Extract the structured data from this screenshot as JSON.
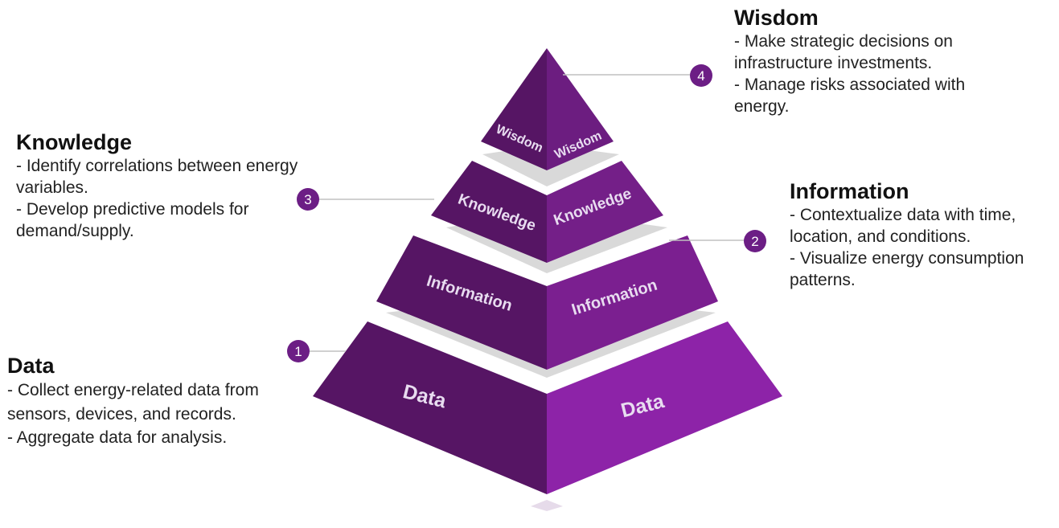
{
  "levels": {
    "wisdom": {
      "title": "Wisdom",
      "label_left": "Wisdom",
      "label_right": "Wisdom",
      "badge": "4",
      "lines": [
        "- Make strategic decisions on",
        "infrastructure investments.",
        "- Manage risks associated with",
        "energy."
      ]
    },
    "knowledge": {
      "title": "Knowledge",
      "label_left": "Knowledge",
      "label_right": "Knowledge",
      "badge": "3",
      "lines": [
        "- Identify correlations between energy",
        "variables.",
        "- Develop predictive models for",
        "demand/supply."
      ]
    },
    "information": {
      "title": "Information",
      "label_left": "Information",
      "label_right": "Information",
      "badge": "2",
      "lines": [
        "- Contextualize data with time,",
        "location, and conditions.",
        "- Visualize energy consumption",
        "patterns."
      ]
    },
    "data": {
      "title": "Data",
      "label_left": "Data",
      "label_right": "Data",
      "badge": "1",
      "lines": [
        "- Collect energy-related data from",
        "sensors, devices, and records.",
        "- Aggregate data for analysis."
      ]
    }
  },
  "colors": {
    "left_face": "#561564",
    "wisdom_right": "#6c1d80",
    "knowledge_right": "#741f88",
    "information_right": "#7b1f90",
    "data_right": "#8d23a8",
    "badge": "#6c1e85",
    "gap": "#d9d9d9",
    "connector": "#c0c0c0"
  }
}
